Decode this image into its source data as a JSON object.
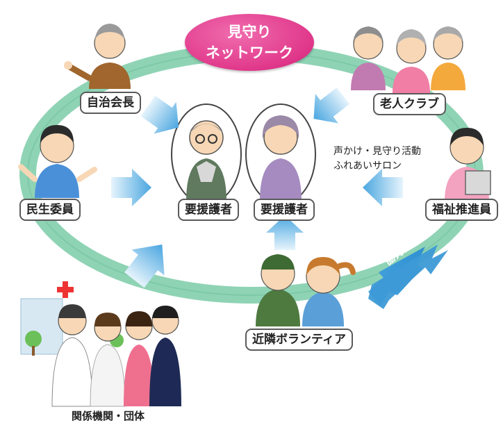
{
  "title": {
    "line1": "見守り",
    "line2": "ネットワーク"
  },
  "nodes": {
    "jichikaicho": "自治会長",
    "rojin_club": "老人クラブ",
    "minsei_iin": "民生委員",
    "fukushi": "福祉推進員",
    "youengo_1": "要援護者",
    "youengo_2": "要援護者",
    "kinrin": "近隣ボランティア",
    "kankei": "関係機関・団体"
  },
  "note": {
    "line1": "声かけ・見守り活動",
    "line2": "ふれあいサロン"
  },
  "cooperation": "協力連携",
  "colors": {
    "ring": "#8fd3b5",
    "ring_dark": "#6cbf9c",
    "arrow": "#5aaee3",
    "arrow_light": "#cfe9f8",
    "title_pink": "#e0378a",
    "label_border": "#5a5a5a"
  }
}
